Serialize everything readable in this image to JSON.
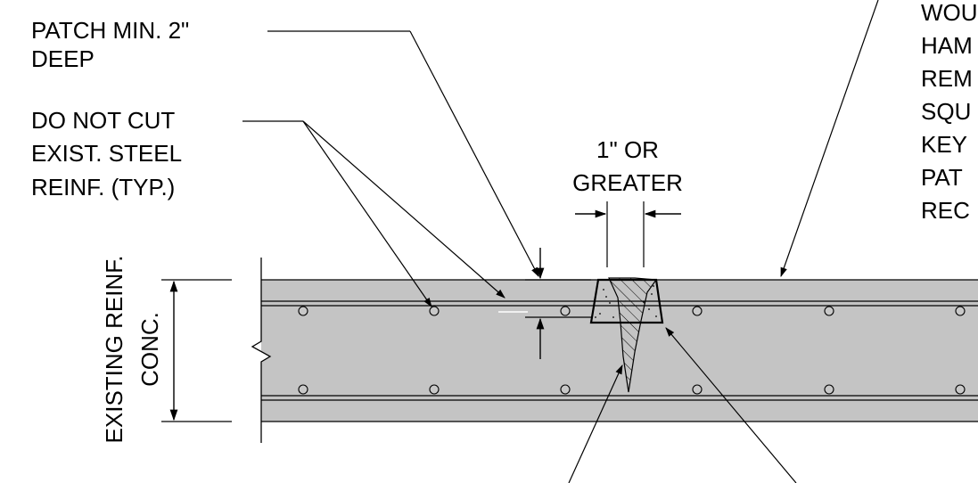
{
  "notes": {
    "patch_depth": [
      "PATCH MIN. 2\"",
      "DEEP"
    ],
    "do_not_cut": [
      "DO NOT CUT",
      "EXIST. STEEL",
      "REINF. (TYP.)"
    ],
    "width_dim": [
      "1\" OR",
      "GREATER"
    ],
    "right_note": [
      "WOU",
      "HAM",
      "REM",
      "SQU",
      "KEY",
      "PAT",
      "REC"
    ],
    "slab": [
      "EXISTING REINF.",
      "CONC."
    ]
  },
  "colors": {
    "concrete": "#c4c4c4",
    "patch": "#ffffff",
    "line": "#000000",
    "background": "#ffffff"
  }
}
